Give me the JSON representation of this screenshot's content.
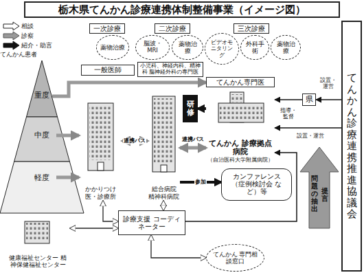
{
  "diagram": {
    "title": "栃木県てんかん診療連携体制整備事業（イメージ図）",
    "nodes": [
      {
        "text": [
          "一次診療"
        ]
      },
      {
        "text": [
          "二次診療"
        ]
      },
      {
        "text": [
          "三次診療"
        ]
      },
      {
        "text": [
          "薬物治療"
        ]
      },
      {
        "text": [
          "脳波・MRI"
        ]
      },
      {
        "text": [
          "薬物治療"
        ]
      },
      {
        "text": [
          "ビデオモニタリング"
        ]
      },
      {
        "text": [
          "外科手術"
        ]
      },
      {
        "text": [
          "薬物治療"
        ]
      },
      {
        "text": [
          "一般医師"
        ]
      },
      {
        "text": [
          "小児科、神経内科、精神科 脳神経外科の専門医"
        ]
      },
      {
        "text": [
          "てんかん専門医"
        ]
      },
      {
        "text": [
          "てんかん患者"
        ]
      },
      {
        "text": [
          "重度"
        ],
        "in": 12
      },
      {
        "text": [
          "中度"
        ],
        "in": 12
      },
      {
        "text": [
          "軽度"
        ],
        "in": 12
      },
      {
        "text": [
          "かかりつけ医・診療所"
        ]
      },
      {
        "text": [
          "総合病院 精神科病院"
        ]
      },
      {
        "text": [
          "研修"
        ]
      },
      {
        "text": [
          "てんかん 診療拠点病院",
          "（自治医科大学附属病院）"
        ]
      },
      {
        "text": [
          "カンファレンス （症例検討会 など）等"
        ]
      },
      {
        "text": [
          "診療支援 コーディネーター"
        ]
      },
      {
        "text": [
          "健康福祉センター 精神保健福祉センター"
        ]
      },
      {
        "text": [
          "てんかん 専門相談窓口"
        ]
      },
      {
        "text": [
          "県"
        ]
      },
      {
        "text": [
          "てんかん診療連携推進協議会"
        ]
      }
    ],
    "edges": [
      {
        "from": 16,
        "to": 17,
        "arrow": "both",
        "label": "連携パス"
      },
      {
        "from": 17,
        "to": 19,
        "arrow": "both",
        "label": "連携パス"
      },
      {
        "from": 17,
        "to": 20,
        "arrow": "to",
        "label": "参加"
      },
      {
        "from": 19,
        "to": 18,
        "arrow": "to"
      },
      {
        "from": 13,
        "to": 11,
        "arrow": "to"
      },
      {
        "from": 14,
        "to": 16,
        "arrow": "to"
      },
      {
        "from": 15,
        "to": 16,
        "arrow": "to"
      },
      {
        "from": 16,
        "to": 21,
        "arrow": "both"
      },
      {
        "from": 17,
        "to": 21,
        "arrow": "both"
      },
      {
        "from": 22,
        "to": 21,
        "arrow": "both"
      },
      {
        "from": 21,
        "to": 23,
        "arrow": "both"
      },
      {
        "from": 21,
        "to": 19,
        "arrow": "to"
      },
      {
        "from": 25,
        "to": 24,
        "arrow": "to",
        "label": "設置・運営"
      },
      {
        "from": 24,
        "to": 19,
        "arrow": "to",
        "label": "指導・監督"
      },
      {
        "from": 25,
        "to": 19,
        "arrow": "to",
        "label": "設置・運営"
      }
    ],
    "labels": [
      "問題の抽出",
      "提言"
    ],
    "legend": [
      {
        "text": "相談"
      },
      {
        "text": "診察"
      },
      {
        "text": "紹介・助言"
      }
    ]
  }
}
